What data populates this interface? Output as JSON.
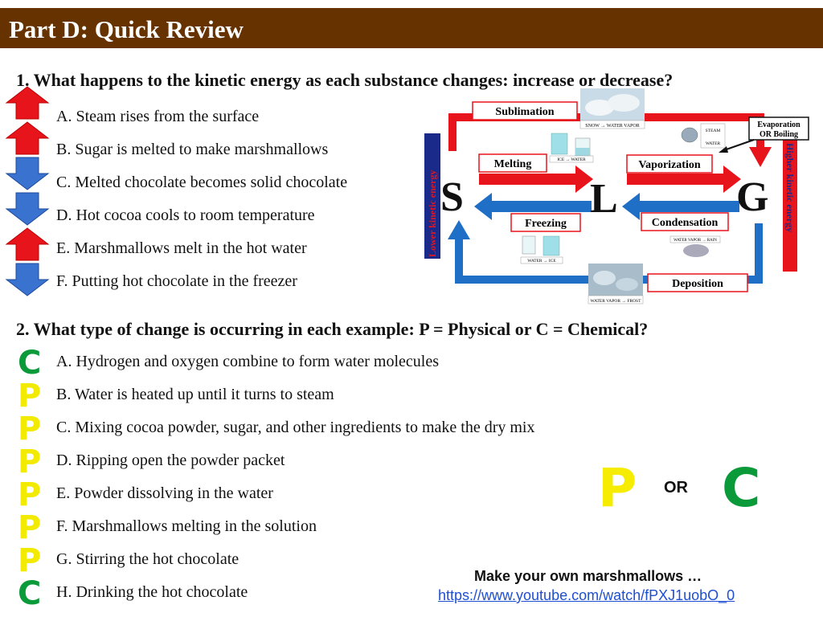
{
  "header": {
    "title": "Part D: Quick Review"
  },
  "question1": {
    "text": "1.  What happens to the kinetic energy as each substance changes: increase or decrease?",
    "items": [
      {
        "label": "A. Steam rises from the surface",
        "answer": "increase"
      },
      {
        "label": "B. Sugar is melted to make marshmallows",
        "answer": "increase"
      },
      {
        "label": "C. Melted chocolate becomes solid chocolate",
        "answer": "decrease"
      },
      {
        "label": "D. Hot cocoa cools to room temperature",
        "answer": "decrease"
      },
      {
        "label": "E. Marshmallows melt in the hot water",
        "answer": "increase"
      },
      {
        "label": "F. Putting hot chocolate in the freezer",
        "answer": "decrease"
      }
    ]
  },
  "diagram": {
    "states": {
      "solid": "S",
      "liquid": "L",
      "gas": "G"
    },
    "left_axis": "Lower kinetic energy",
    "right_axis": "Higher kinetic energy",
    "labels": {
      "sublimation": "Sublimation",
      "melting": "Melting",
      "vaporization": "Vaporization",
      "freezing": "Freezing",
      "condensation": "Condensation",
      "deposition": "Deposition",
      "evaporation_line1": "Evaporation",
      "evaporation_line2": "OR Boiling"
    },
    "captions": {
      "snow": "SNOW → WATER VAPOR",
      "ice_water": "ICE → WATER",
      "steam": "STEAM",
      "water": "WATER",
      "water_ice": "WATER → ICE",
      "vapor_rain": "WATER VAPOR → RAIN",
      "vapor_frost": "WATER VAPOR → FROST"
    },
    "colors": {
      "increase": "#e8141c",
      "decrease": "#1f6fc6"
    }
  },
  "question2": {
    "text": "2.  What type of change is occurring in each example: P = Physical or C = Chemical?",
    "items": [
      {
        "letter": "C",
        "label": "A. Hydrogen and oxygen combine to form water molecules"
      },
      {
        "letter": "P",
        "label": "B. Water is heated up until it turns to steam"
      },
      {
        "letter": "P",
        "label": "C. Mixing cocoa powder, sugar, and other ingredients to make the dry mix"
      },
      {
        "letter": "P",
        "label": "D. Ripping open the powder packet"
      },
      {
        "letter": "P",
        "label": "E. Powder dissolving in the water"
      },
      {
        "letter": "P",
        "label": "F. Marshmallows melting in the solution"
      },
      {
        "letter": "P",
        "label": "G. Stirring the hot chocolate"
      },
      {
        "letter": "C",
        "label": "H. Drinking the hot chocolate"
      }
    ]
  },
  "legend": {
    "physical": "P",
    "or": "OR",
    "chemical": "C"
  },
  "footer": {
    "marshmallow_text": "Make your own marshmallows …",
    "link": "https://www.youtube.com/watch/fPXJ1uobO_0"
  }
}
